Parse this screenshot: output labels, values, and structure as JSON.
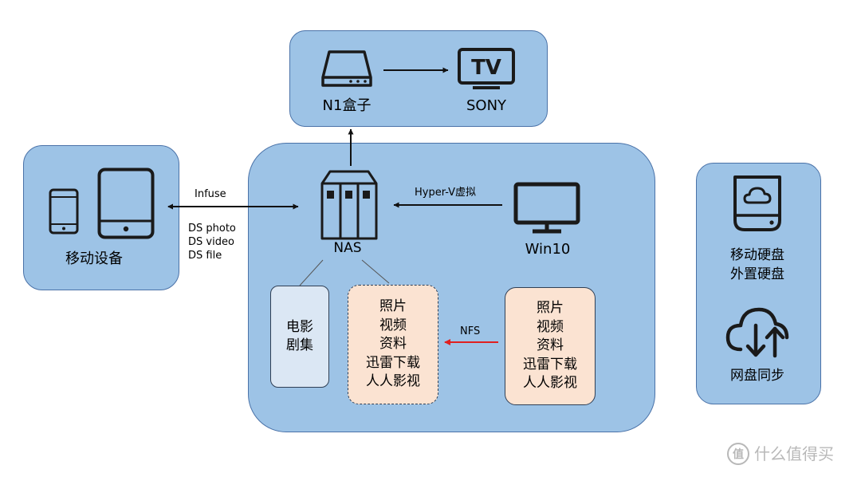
{
  "colors": {
    "panel_fill": "#9dc3e6",
    "panel_border": "#4a72a8",
    "icon_stroke": "#1a1a1a",
    "nfs_arrow": "#e02020",
    "movie_box_fill": "#dbe7f4",
    "media_box_fill": "#fbe3d2"
  },
  "n1_group": {
    "n1_label": "N1盒子",
    "tv_icon_text": "TV",
    "tv_label": "SONY"
  },
  "mobile_group": {
    "label": "移动设备"
  },
  "links": {
    "infuse": "Infuse",
    "ds_photo": "DS photo",
    "ds_video": "DS video",
    "ds_file": "DS file",
    "hyperv": "Hyper-V虚拟",
    "nfs": "NFS"
  },
  "main_group": {
    "nas_label": "NAS",
    "win10_label": "Win10",
    "movie_box": [
      "电影",
      "剧集"
    ],
    "nas_share_box": [
      "照片",
      "视频",
      "资料",
      "迅雷下载",
      "人人影视"
    ],
    "win_folder_box": [
      "照片",
      "视频",
      "资料",
      "迅雷下载",
      "人人影视"
    ]
  },
  "storage_group": {
    "disk_label_1": "移动硬盘",
    "disk_label_2": "外置硬盘",
    "sync_label": "网盘同步"
  },
  "watermark": {
    "badge_char": "值",
    "text": "什么值得买"
  }
}
